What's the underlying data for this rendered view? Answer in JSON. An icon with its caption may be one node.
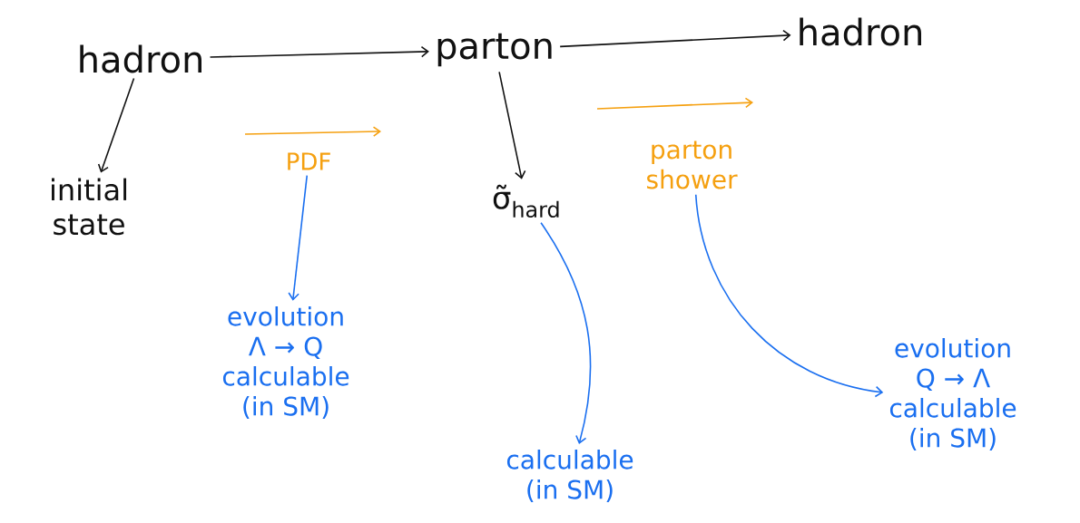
{
  "diagram": {
    "nodes": [
      {
        "text": [
          "hadron"
        ]
      },
      {
        "text": [
          "parton"
        ]
      },
      {
        "text": [
          "hadron"
        ]
      },
      {
        "text": [
          "initial state"
        ]
      },
      {
        "text": [
          "PDF"
        ]
      },
      {
        "text": [
          "σ̃$_{hard}$"
        ]
      },
      {
        "text": [
          "parton shower"
        ]
      },
      {
        "text": [
          "evolution",
          "Λ → Q",
          "calculable",
          "(in SM)"
        ]
      },
      {
        "text": [
          "calculable",
          "(in SM)"
        ]
      },
      {
        "text": [
          "evolution",
          "Q → Λ",
          "calculable",
          "(in SM)"
        ]
      }
    ],
    "edges": [
      {
        "from": 0,
        "to": 1,
        "arrow": "to"
      },
      {
        "from": 1,
        "to": 2,
        "arrow": "to"
      },
      {
        "from": 0,
        "to": 3,
        "arrow": "to"
      },
      {
        "from": 1,
        "to": 5,
        "arrow": "to"
      },
      {
        "from": 4,
        "to": 7,
        "arrow": "to",
        "color": "#1a6ff0"
      },
      {
        "from": 5,
        "to": 8,
        "arrow": "to",
        "color": "#1a6ff0"
      },
      {
        "from": 6,
        "to": 9,
        "arrow": "to",
        "color": "#1a6ff0"
      }
    ]
  }
}
